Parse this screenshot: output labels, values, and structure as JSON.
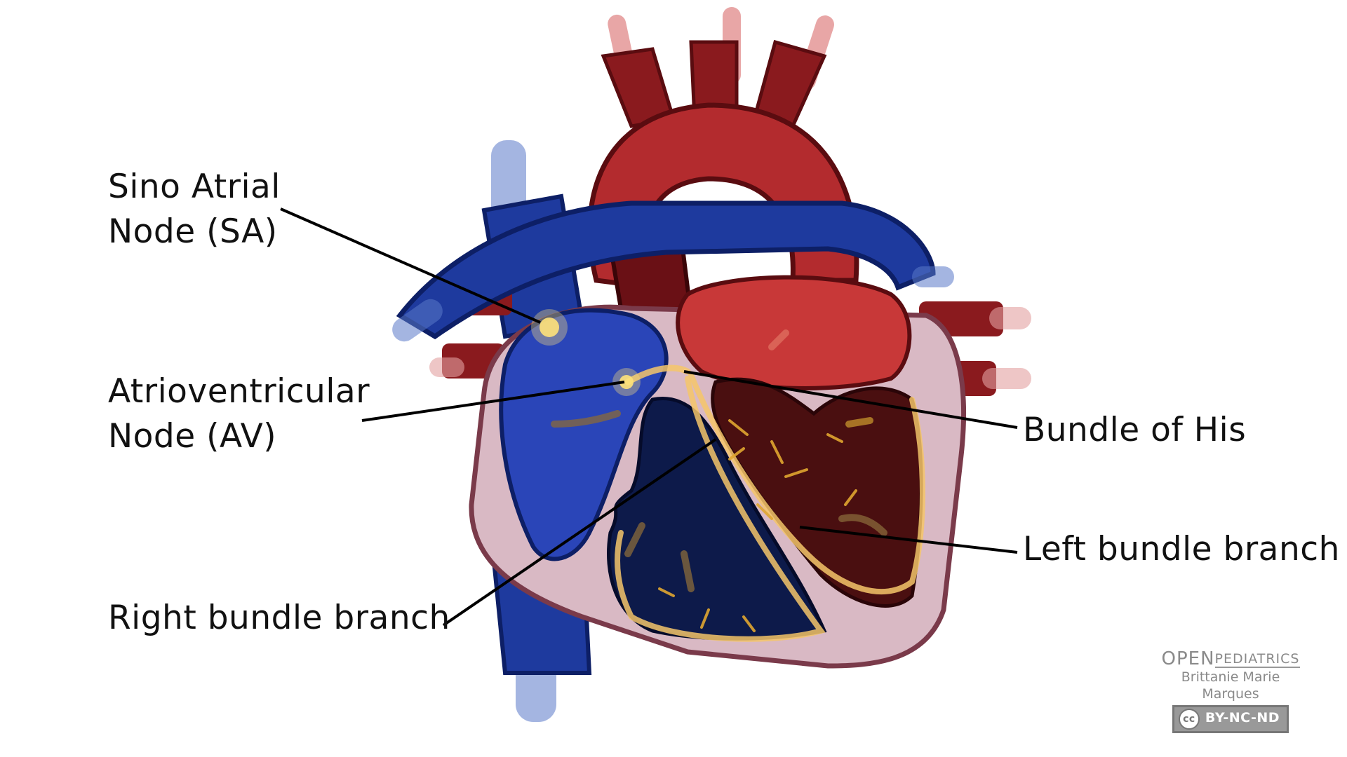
{
  "labels": {
    "sa": [
      "Sino Atrial",
      "Node (SA)"
    ],
    "av": [
      "Atrioventricular",
      "Node (AV)"
    ],
    "rbb": "Right bundle branch",
    "his": "Bundle of His",
    "lbb": "Left bundle branch"
  },
  "credit": {
    "brand_left": "OPEN",
    "brand_right": "PEDIATRICS",
    "author": "Brittanie Marie Marques",
    "license": "BY-NC-ND",
    "cc": "cc"
  },
  "colors": {
    "deoxygenated": "#2a45b8",
    "oxygenated": "#b83030",
    "dark_chamber_left": "#4a0f10",
    "dark_chamber_right": "#0d1a4a",
    "myocardium": "#d9b9c4",
    "conduction": "#f5c66a"
  }
}
